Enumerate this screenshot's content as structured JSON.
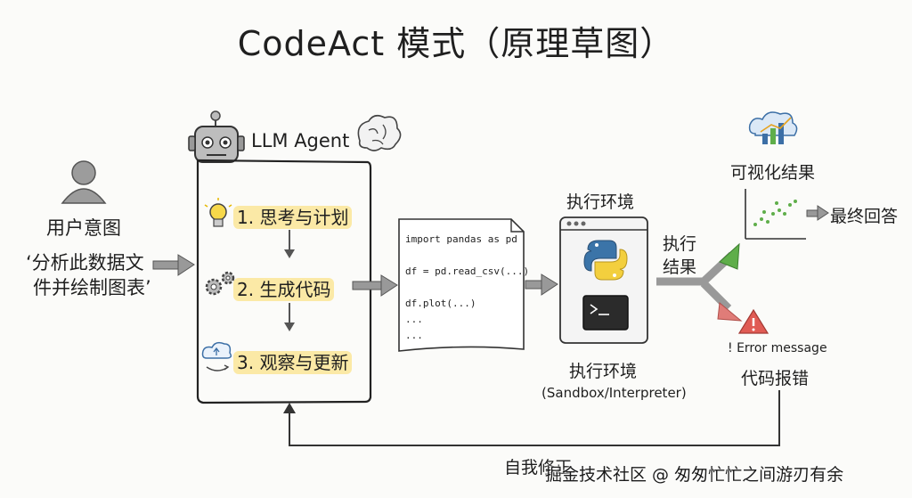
{
  "title": "CodeAct 模式（原理草图）",
  "user": {
    "label": "用户意图",
    "quote_line1": "‘分析此数据文",
    "quote_line2": "件并绘制图表’"
  },
  "agent": {
    "label": "LLM Agent",
    "steps": [
      {
        "label": "1. 思考与计划",
        "icon": "lightbulb-icon"
      },
      {
        "label": "2. 生成代码",
        "icon": "gears-icon"
      },
      {
        "label": "3. 观察与更新",
        "icon": "cloud-refresh-icon"
      }
    ]
  },
  "code_doc": {
    "lines": [
      "import pandas as pd",
      "df = pd.read_csv(...)",
      "df.plot(...)",
      "...",
      "..."
    ]
  },
  "environment": {
    "top_label": "执行环境",
    "bottom_label": "执行环境",
    "sub_label": "(Sandbox/Interpreter)"
  },
  "result_label_line1": "执行",
  "result_label_line2": "结果",
  "success": {
    "label": "可视化结果",
    "final": "最终回答"
  },
  "error": {
    "message": "! Error message",
    "label": "代码报错"
  },
  "loop_label": "自我修正",
  "watermark": "掘金技术社区 @ 匆匆忙忙之间游刃有余",
  "colors": {
    "highlight": "#fbe9a6",
    "arrow_gray": "#8a8a8a",
    "arrow_green": "#5fae4a",
    "arrow_red": "#e07c78",
    "python_blue": "#3b74a8",
    "python_yellow": "#f3cf3e"
  }
}
